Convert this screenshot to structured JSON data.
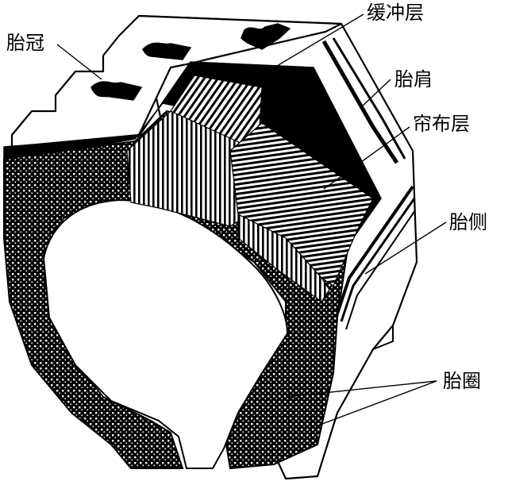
{
  "labels": {
    "crown": "胎冠",
    "breaker": "缓冲层",
    "shoulder": "胎肩",
    "ply": "帘布层",
    "sidewall": "胎侧",
    "bead": "胎圈"
  },
  "colors": {
    "ink": "#000000",
    "paper": "#ffffff"
  }
}
